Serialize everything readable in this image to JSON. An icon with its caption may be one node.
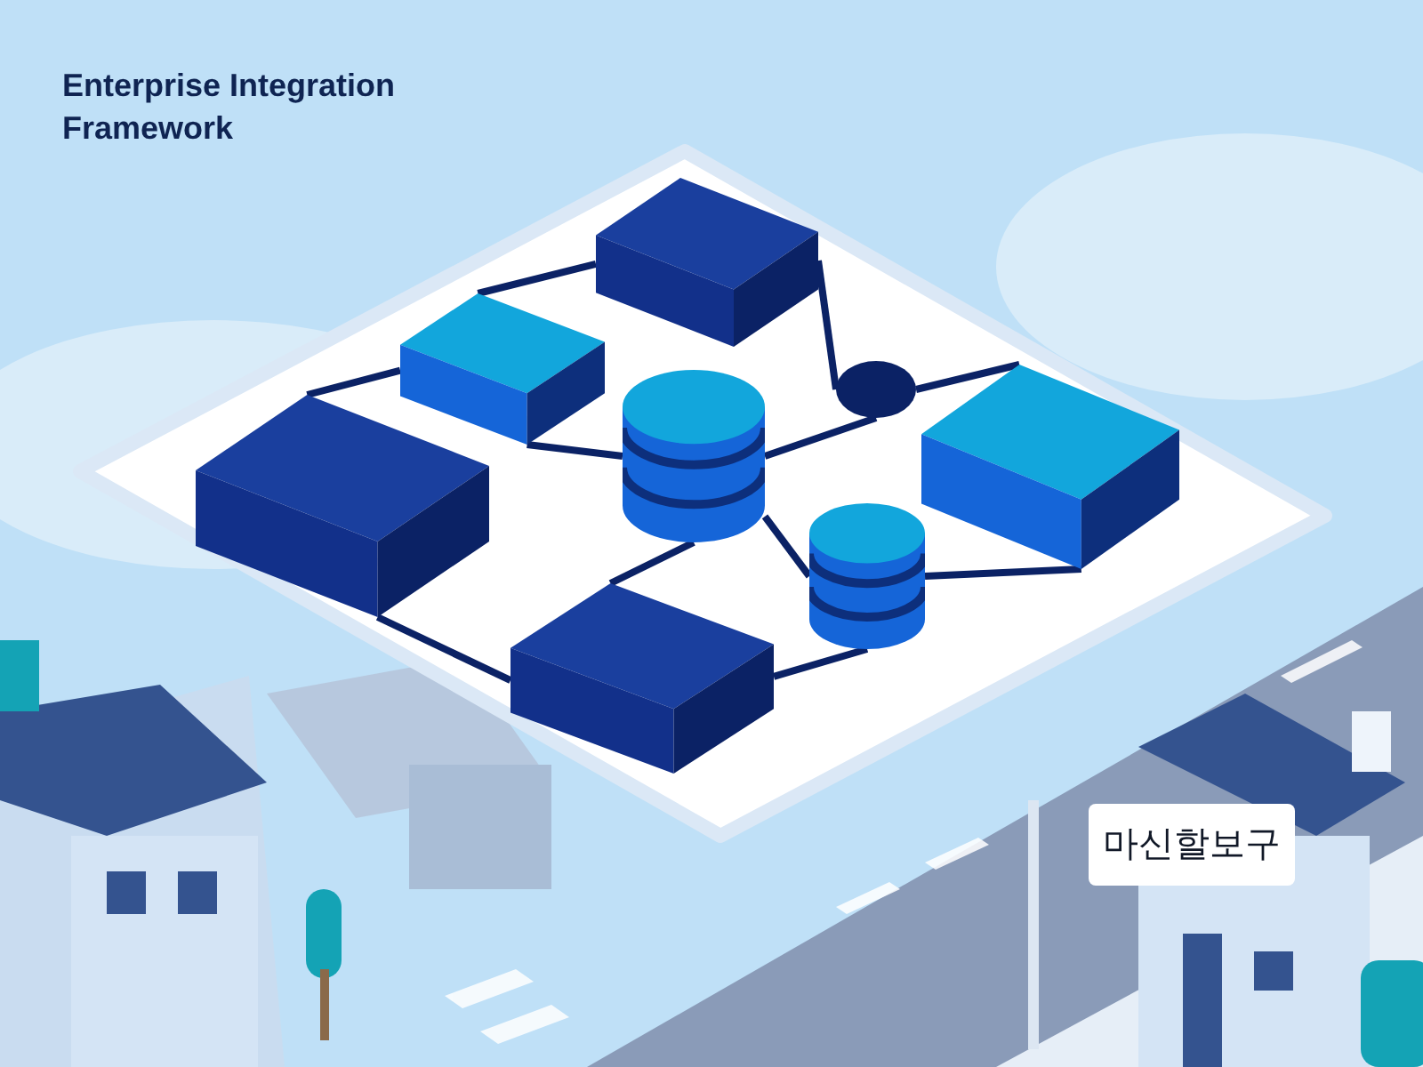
{
  "diagram": {
    "title": "Enterprise Integration Framework",
    "nodes": [
      {
        "text": [],
        "shape": "box"
      },
      {
        "text": [],
        "shape": "box"
      },
      {
        "text": [],
        "shape": "box"
      },
      {
        "text": [],
        "shape": "cylinder"
      },
      {
        "text": [],
        "shape": "circle"
      },
      {
        "text": [],
        "shape": "box"
      },
      {
        "text": [],
        "shape": "cylinder"
      },
      {
        "text": [],
        "shape": "box"
      }
    ],
    "edges": [
      {
        "from": 1,
        "to": 0,
        "arrow": "none"
      },
      {
        "from": 0,
        "to": 4,
        "arrow": "none"
      },
      {
        "from": 4,
        "to": 5,
        "arrow": "none"
      },
      {
        "from": 4,
        "to": 3,
        "arrow": "none"
      },
      {
        "from": 1,
        "to": 3,
        "arrow": "none"
      },
      {
        "from": 2,
        "to": 1,
        "arrow": "none"
      },
      {
        "from": 2,
        "to": 7,
        "arrow": "none"
      },
      {
        "from": 3,
        "to": 7,
        "arrow": "none"
      },
      {
        "from": 3,
        "to": 6,
        "arrow": "none"
      },
      {
        "from": 6,
        "to": 5,
        "arrow": "none"
      },
      {
        "from": 6,
        "to": 7,
        "arrow": "none"
      }
    ],
    "labels": [
      "마신할보구"
    ]
  }
}
